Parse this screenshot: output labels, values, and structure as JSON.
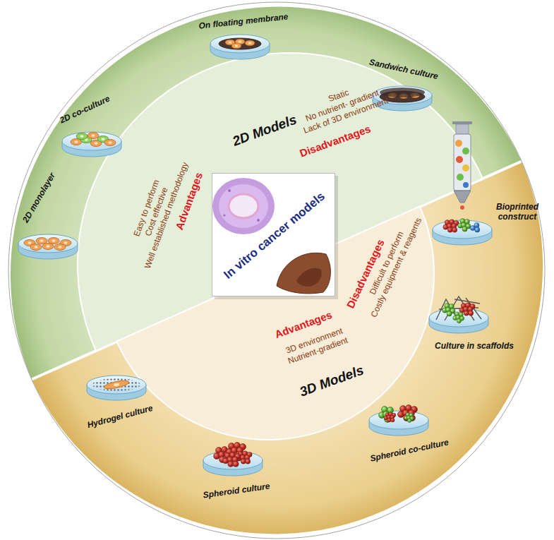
{
  "diagram": {
    "nodes": [
      {
        "text": [
          "2D Models",
          "Disadvantages",
          "Static",
          "No nutrient- gradient",
          "Lack of 3D environment",
          "Advantages",
          "Easy to perform",
          "Cost effective",
          "Well established methodology"
        ]
      },
      {
        "text": [
          "3D Models",
          "Advantages",
          "3D environment",
          "Nutrient-gradient",
          "Disadvantages",
          "Difficult to perform",
          "Costly equipment & reagents"
        ]
      },
      {
        "text": [
          "In vitro cancer models"
        ]
      },
      {
        "text": [
          "On floating membrane"
        ]
      },
      {
        "text": [
          "Sandwich culture"
        ]
      },
      {
        "text": [
          "2D co-culture"
        ]
      },
      {
        "text": [
          "2D monolayer"
        ]
      },
      {
        "text": [
          "Bioprinted construct"
        ]
      },
      {
        "text": [
          "Culture in scaffolds"
        ]
      },
      {
        "text": [
          "Spheroid co-culture"
        ]
      },
      {
        "text": [
          "Spheroid culture"
        ]
      },
      {
        "text": [
          "Hydrogel culture"
        ]
      }
    ]
  }
}
